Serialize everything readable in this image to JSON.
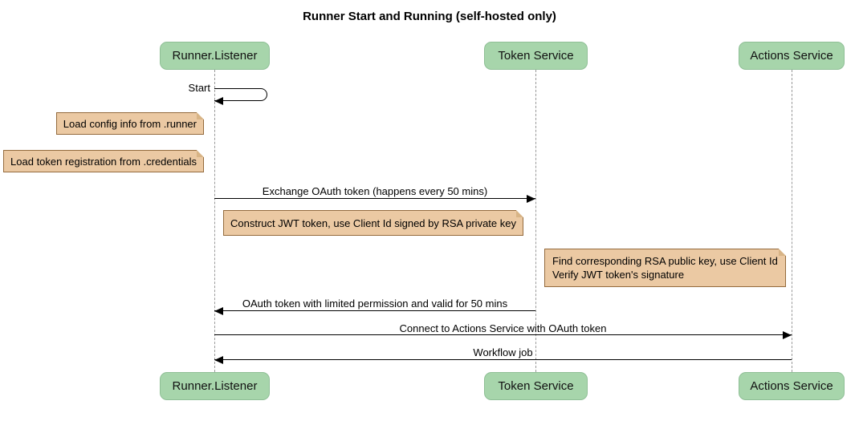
{
  "title": "Runner Start and Running (self-hosted only)",
  "participants": [
    {
      "name": "Runner.Listener"
    },
    {
      "name": "Token Service"
    },
    {
      "name": "Actions Service"
    }
  ],
  "messages": {
    "start": "Start",
    "exchange_oauth": "Exchange OAuth token (happens every 50 mins)",
    "oauth_return": "OAuth token with limited permission and valid for 50 mins",
    "connect": "Connect to Actions Service with OAuth token",
    "workflow_job": "Workflow job"
  },
  "notes": {
    "load_config": "Load config info from .runner",
    "load_credentials": "Load token registration from .credentials",
    "construct_jwt": "Construct JWT token, use Client Id signed by RSA private key",
    "verify_jwt_line1": "Find corresponding RSA public key, use Client Id",
    "verify_jwt_line2": "Verify JWT token's signature"
  },
  "colors": {
    "participant_fill": "#a7d5ab",
    "participant_border": "#8fbf96",
    "note_fill": "#ebc9a3",
    "note_border": "#946b3d",
    "note_fold": "#d8b486",
    "lifeline": "#999999",
    "message_line": "#000000"
  }
}
